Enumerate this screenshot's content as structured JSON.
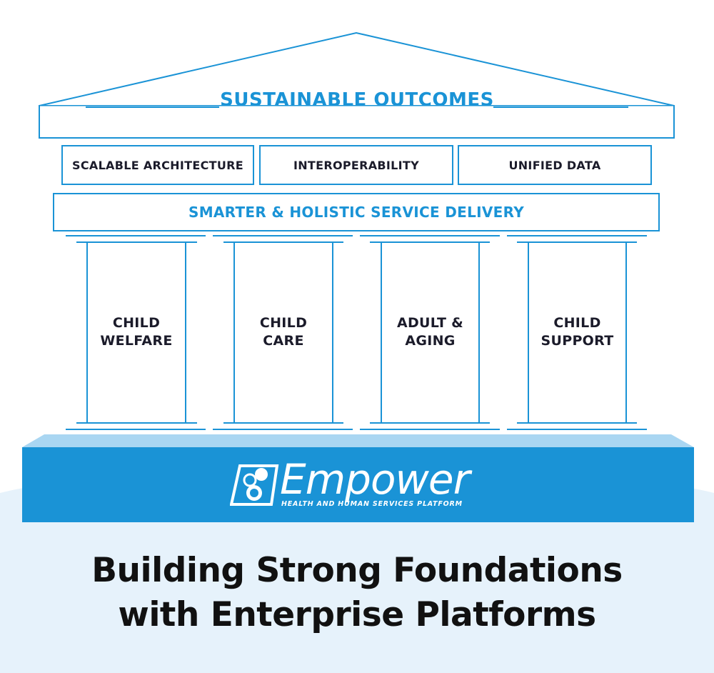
{
  "roof": {
    "title": "SUSTAINABLE OUTCOMES"
  },
  "capabilities": [
    {
      "label": "SCALABLE ARCHITECTURE"
    },
    {
      "label": "INTEROPERABILITY"
    },
    {
      "label": "UNIFIED DATA"
    }
  ],
  "service_band": {
    "label": "SMARTER & HOLISTIC SERVICE DELIVERY"
  },
  "pillars": [
    {
      "line1": "CHILD",
      "line2": "WELFARE"
    },
    {
      "line1": "CHILD",
      "line2": "CARE"
    },
    {
      "line1": "ADULT &",
      "line2": "AGING"
    },
    {
      "line1": "CHILD",
      "line2": "SUPPORT"
    }
  ],
  "logo": {
    "name": "Empower",
    "tagline": "HEALTH AND HUMAN SERVICES PLATFORM"
  },
  "headline": {
    "line1": "Building Strong Foundations",
    "line2": "with Enterprise Platforms"
  },
  "colors": {
    "accent": "#1a93d6",
    "background_wave": "#e6f2fb",
    "text": "#111111"
  }
}
